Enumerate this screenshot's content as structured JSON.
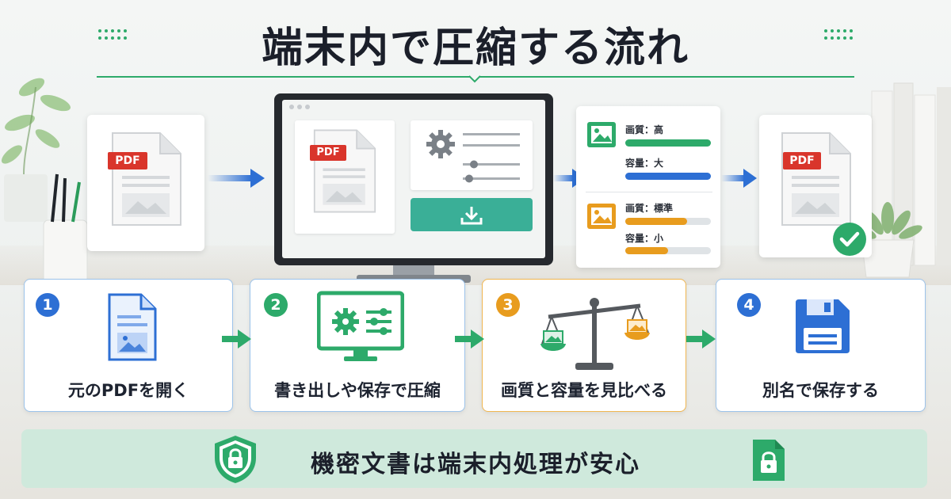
{
  "title": "端末内で圧縮する流れ",
  "pdf_badge": "PDF",
  "compare": {
    "high": {
      "quality_label": "画質：高",
      "size_label": "容量：大",
      "quality_fill": 1.0,
      "size_fill": 1.0
    },
    "standard": {
      "quality_label": "画質：標準",
      "size_label": "容量：小",
      "quality_fill": 0.72,
      "size_fill": 0.5
    }
  },
  "steps": [
    {
      "number": "1",
      "label": "元のPDFを開く"
    },
    {
      "number": "2",
      "label": "書き出しや保存で圧縮"
    },
    {
      "number": "3",
      "label": "画質と容量を見比べる"
    },
    {
      "number": "4",
      "label": "別名で保存する"
    }
  ],
  "footer": {
    "text": "機密文書は端末内処理が安心"
  },
  "colors": {
    "green": "#2daa6a",
    "blue": "#2d6fd4",
    "orange": "#e89c1e",
    "teal": "#3aaf97",
    "red": "#d9352b"
  },
  "icons": [
    "pdf-file-icon",
    "gear-icon",
    "slider-icon",
    "download-icon",
    "image-icon",
    "check-icon",
    "document-icon",
    "monitor-settings-icon",
    "balance-scale-icon",
    "floppy-disk-icon",
    "shield-lock-icon",
    "document-lock-icon"
  ]
}
